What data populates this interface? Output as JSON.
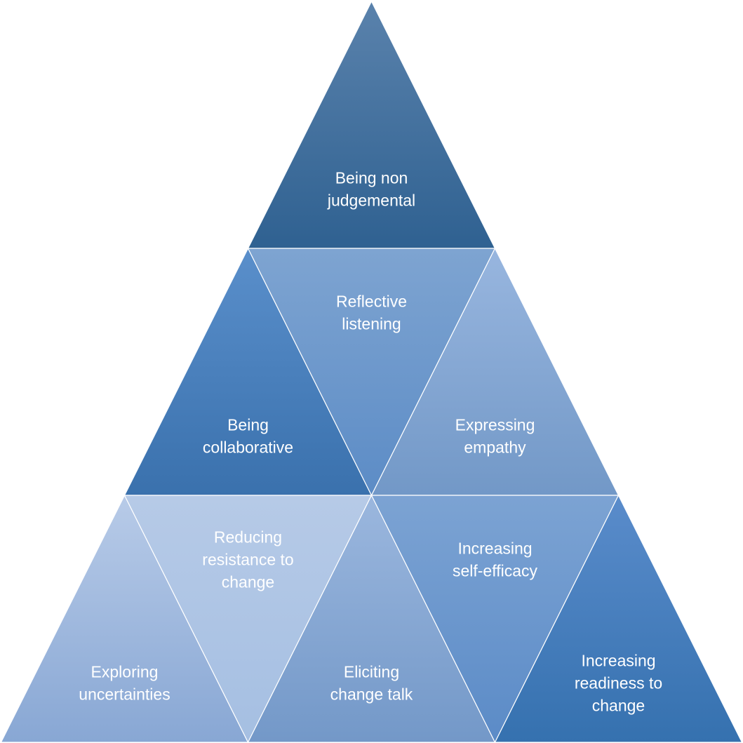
{
  "diagram": {
    "type": "triangular pyramid",
    "rows": [
      {
        "row": 1,
        "cells": [
          {
            "id": "non-judgemental",
            "orientation": "up",
            "lines": [
              "Being non",
              "judgemental"
            ],
            "gradient": [
              "#5a82ac",
              "#2f6191"
            ]
          }
        ]
      },
      {
        "row": 2,
        "cells": [
          {
            "id": "collaborative",
            "orientation": "up",
            "lines": [
              "Being",
              "collaborative"
            ],
            "gradient": [
              "#5a8fcb",
              "#3a71ad"
            ]
          },
          {
            "id": "reflective-listening",
            "orientation": "down",
            "lines": [
              "Reflective",
              "listening"
            ],
            "gradient": [
              "#7ea4d1",
              "#5c8cc6"
            ]
          },
          {
            "id": "expressing-empathy",
            "orientation": "up",
            "lines": [
              "Expressing",
              "empathy"
            ],
            "gradient": [
              "#98b6df",
              "#7298c7"
            ]
          }
        ]
      },
      {
        "row": 3,
        "cells": [
          {
            "id": "exploring-uncertainties",
            "orientation": "up",
            "lines": [
              "Exploring",
              "uncertainties"
            ],
            "gradient": [
              "#b8cbe8",
              "#88a7d4"
            ]
          },
          {
            "id": "reducing-resistance",
            "orientation": "down",
            "lines": [
              "Reducing",
              "resistance to",
              "change"
            ],
            "gradient": [
              "#b6cae7",
              "#a5bfe2"
            ]
          },
          {
            "id": "eliciting-change-talk",
            "orientation": "up",
            "lines": [
              "Eliciting",
              "change talk"
            ],
            "gradient": [
              "#9bb7de",
              "#7398c8"
            ]
          },
          {
            "id": "increasing-self-efficacy",
            "orientation": "down",
            "lines": [
              "Increasing",
              "self-efficacy"
            ],
            "gradient": [
              "#7ca3d3",
              "#5b8bc7"
            ]
          },
          {
            "id": "increasing-readiness",
            "orientation": "up",
            "lines": [
              "Increasing",
              "readiness to",
              "change"
            ],
            "gradient": [
              "#5a8ccb",
              "#3571af"
            ]
          }
        ]
      }
    ],
    "colors": {
      "text": "#ffffff",
      "divider": "#ffffff",
      "background": "#ffffff"
    }
  }
}
